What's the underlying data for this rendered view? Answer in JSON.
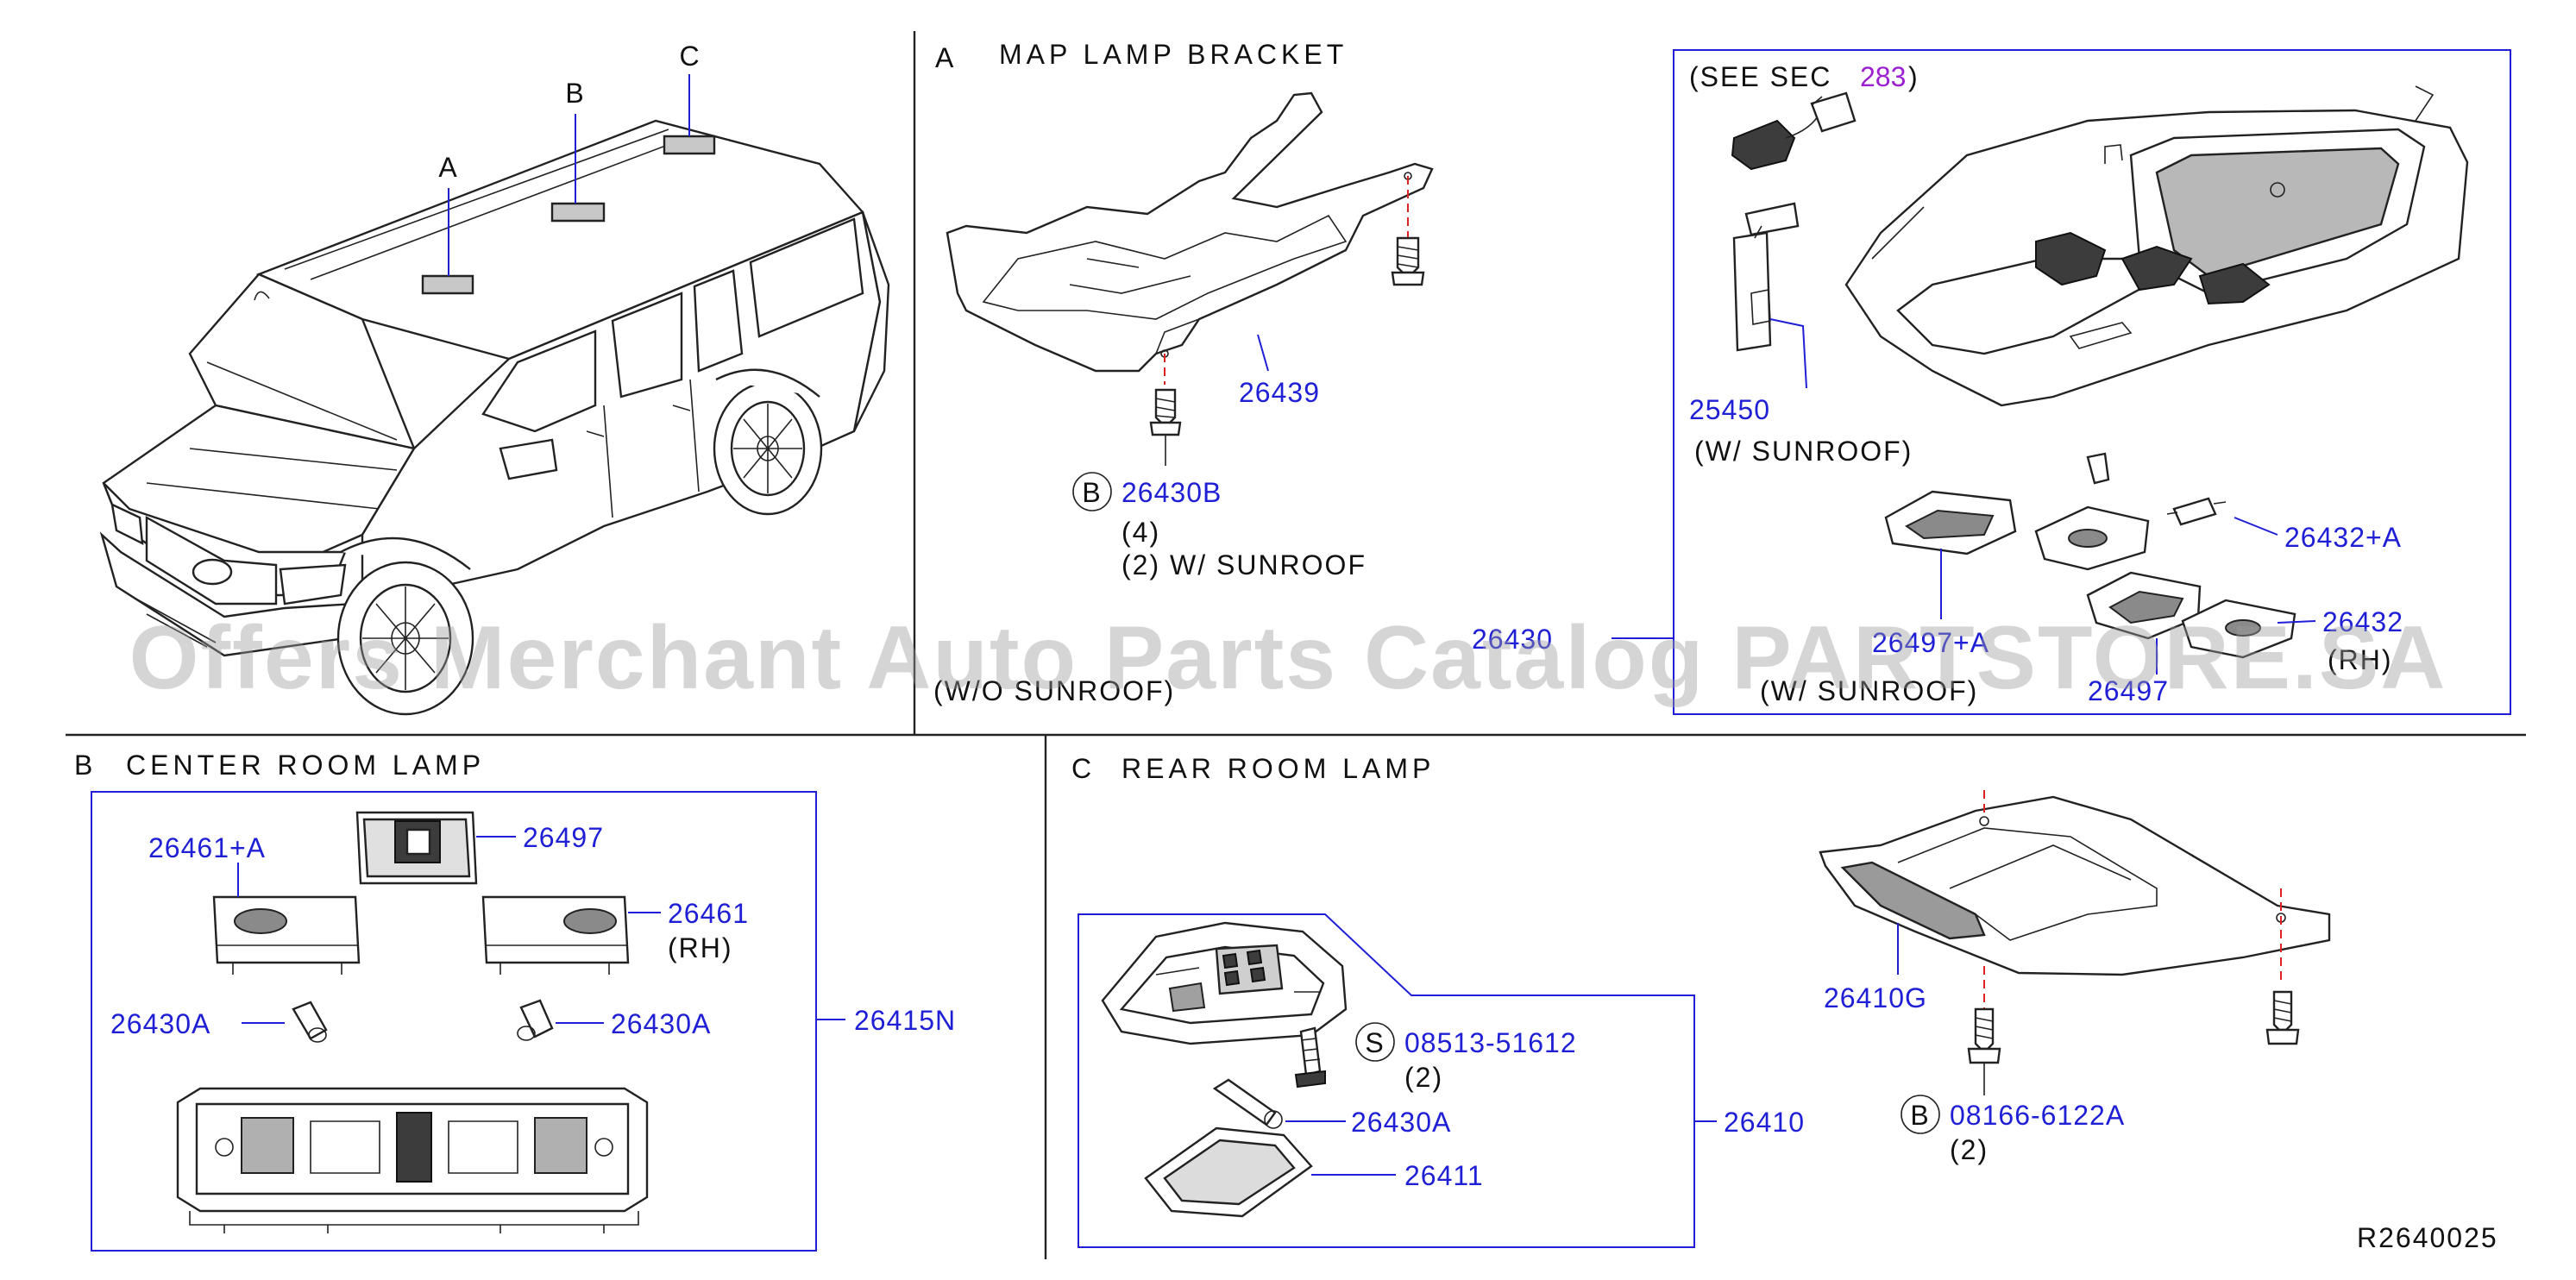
{
  "sections": {
    "A": {
      "letter": "A",
      "title": "MAP  LAMP  BRACKET"
    },
    "B": {
      "letter": "B",
      "title": "CENTER  ROOM  LAMP"
    },
    "C": {
      "letter": "C",
      "title": "REAR  ROOM  LAMP"
    }
  },
  "vehicle_markers": {
    "a": "A",
    "b": "B",
    "c": "C"
  },
  "map_lamp": {
    "bracket_part": "26439",
    "screw_circle": "B",
    "screw_part": "26430B",
    "qty_a": "(4)",
    "qty_b": "(2)  W/  SUNROOF",
    "assembly_part": "26430",
    "wo_sunroof": "(W/O  SUNROOF)",
    "see_prefix": "(SEE  SEC",
    "see_number": "283",
    "see_suffix": ")",
    "switch_part": "25450",
    "w_sunroof_1": "(W/  SUNROOF)",
    "w_sunroof_2": "(W/  SUNROOF)",
    "lens_part_a": "26432+A",
    "lens_part_b": "26497+A",
    "lens_part_c": "26432",
    "rh": "(RH)",
    "lens_part_d": "26497"
  },
  "center_lamp": {
    "part_61a": "26461+A",
    "part_97": "26497",
    "part_61": "26461",
    "rh": "(RH)",
    "bulb_left": "26430A",
    "bulb_right": "26430A",
    "assembly": "26415N"
  },
  "rear_lamp": {
    "s_circle": "S",
    "screw_part": "08513-51612",
    "screw_qty": "(2)",
    "bulb": "26430A",
    "lens": "26411",
    "assembly": "26410",
    "bracket": "26410G",
    "bolt_circle": "B",
    "bolt_part": "08166-6122A",
    "bolt_qty": "(2)"
  },
  "diagram_code": "R2640025",
  "watermark": "Offers Merchant Auto Parts Catalog PARTSTORE.SA"
}
